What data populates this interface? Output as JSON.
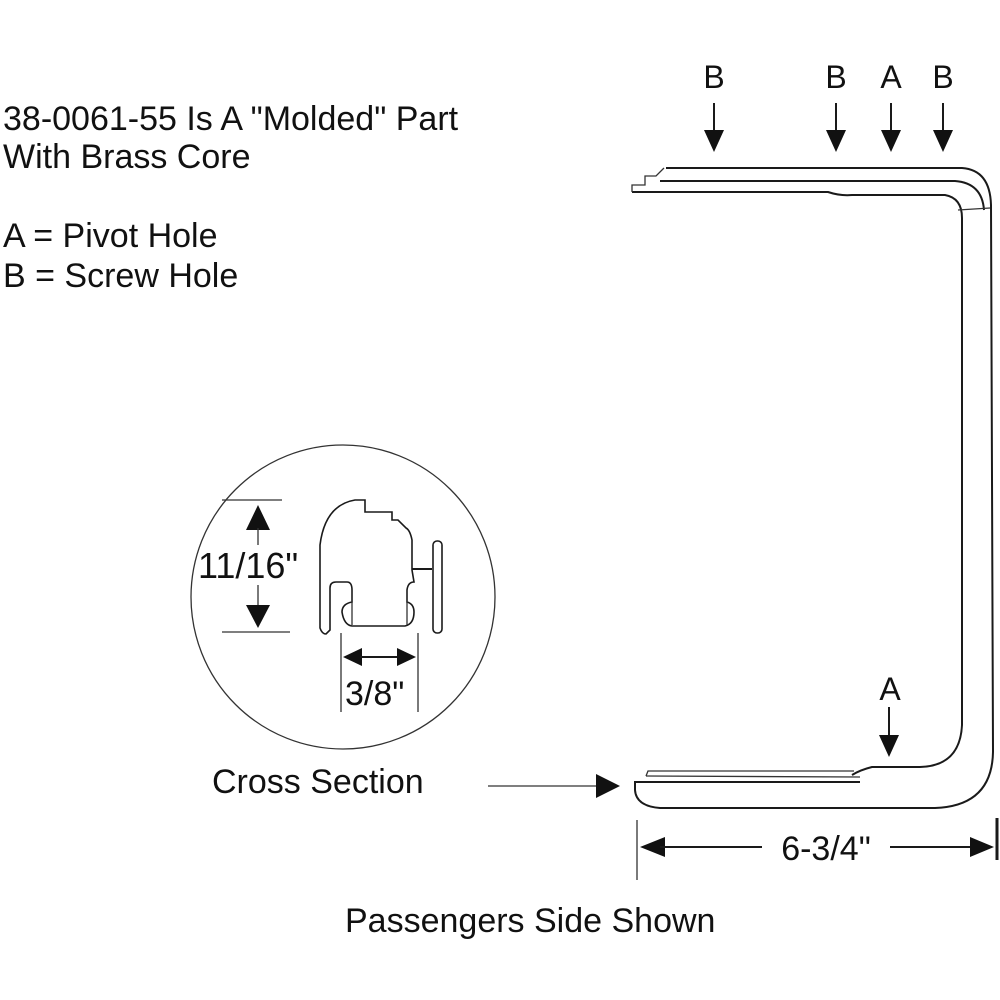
{
  "notes": {
    "line1": "38-0061-55 Is A \"Molded\" Part",
    "line2": "With Brass Core",
    "legend_a": "A = Pivot Hole",
    "legend_b": "B = Screw Hole"
  },
  "top_markers": [
    "B",
    "B",
    "A",
    "B"
  ],
  "bottom_marker": "A",
  "cross_section": {
    "label": "Cross Section",
    "height_dim": "11/16\"",
    "width_dim": "3/8\""
  },
  "length_dim": "6-3/4\"",
  "caption": "Passengers Side Shown",
  "colors": {
    "ink": "#111111",
    "background": "#ffffff"
  }
}
